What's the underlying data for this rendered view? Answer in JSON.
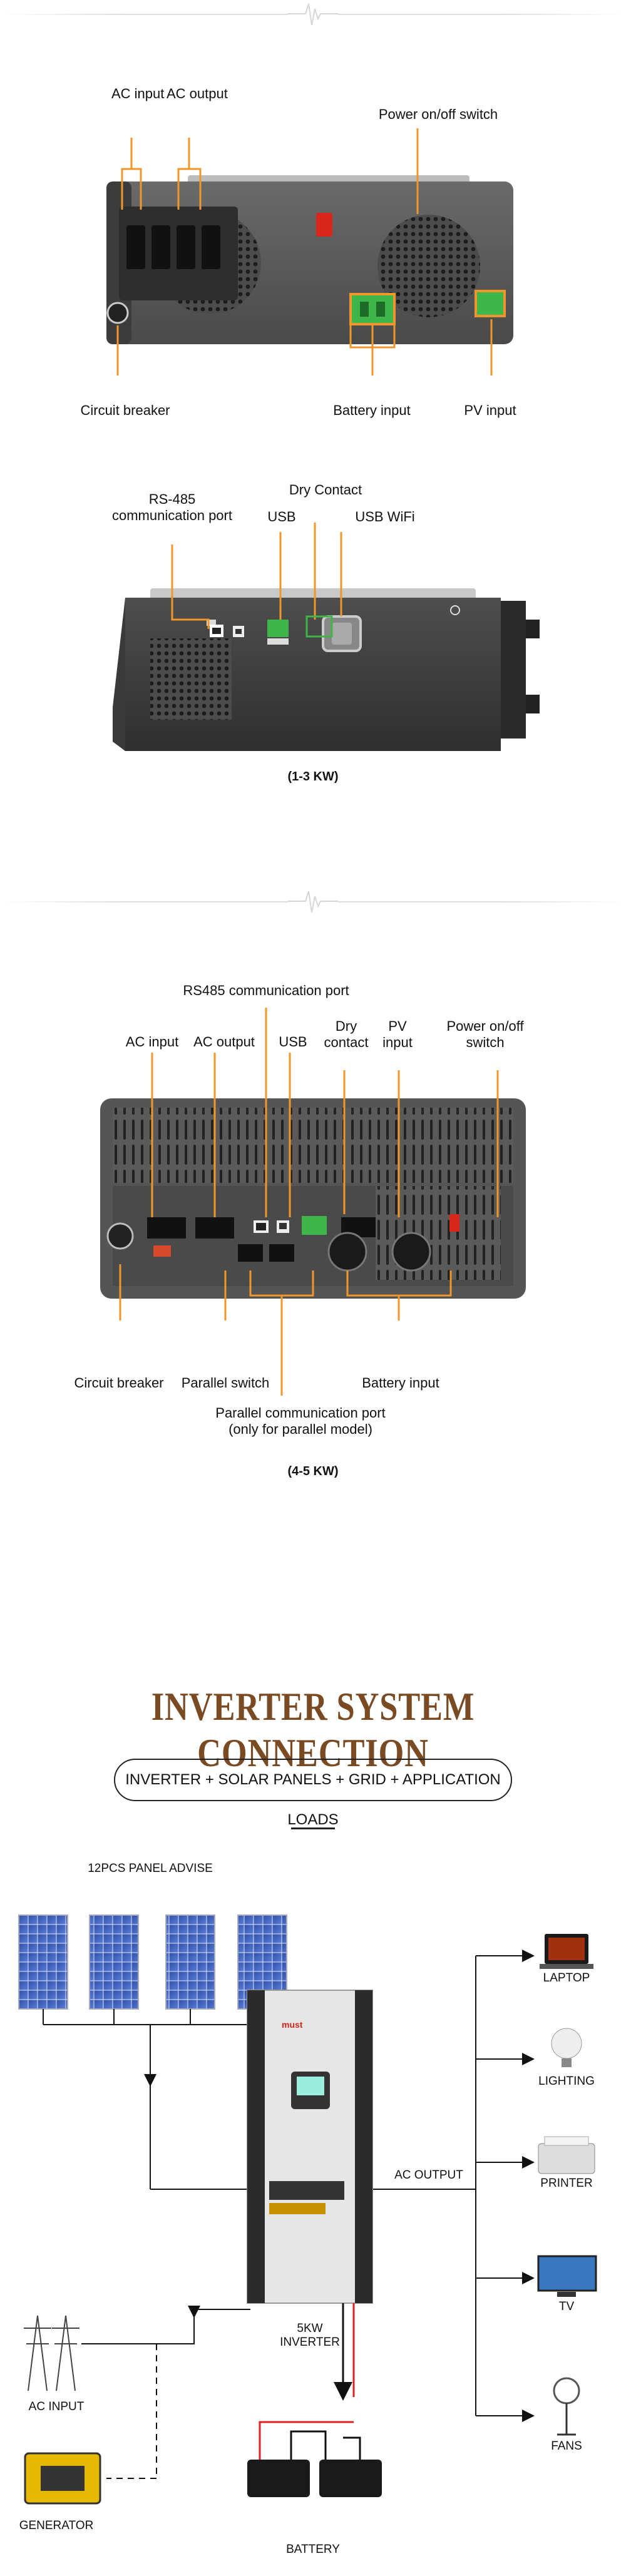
{
  "section1": {
    "labels": {
      "ac_input": "AC input",
      "ac_output": "AC output",
      "power_switch": "Power on/off switch",
      "circuit_breaker": "Circuit breaker",
      "battery_input": "Battery input",
      "pv_input": "PV input",
      "rs485": "RS-485 communication port",
      "usb": "USB",
      "dry_contact": "Dry Contact",
      "usb_wifi": "USB WiFi"
    },
    "caption": "(1-3 KW)"
  },
  "section2": {
    "labels": {
      "rs485": "RS485 communication port",
      "ac_input": "AC input",
      "ac_output": "AC output",
      "usb": "USB",
      "dry_contact": "Dry contact",
      "pv_input": "PV input",
      "power_switch": "Power on/off switch",
      "circuit_breaker": "Circuit breaker",
      "parallel_switch": "Parallel switch",
      "battery_input": "Battery input",
      "parallel_port": "Parallel communication port (only for parallel model)"
    },
    "caption": "(4-5 KW)"
  },
  "system": {
    "title": "INVERTER SYSTEM CONNECTION",
    "subtitle": "INVERTER + SOLAR PANELS + GRID + APPLICATION LOADS",
    "panel_advise": "12PCS PANEL ADVISE",
    "ac_output": "AC OUTPUT",
    "inverter_label": "5KW INVERTER",
    "ac_input": "AC INPUT",
    "generator": "GENERATOR",
    "battery": "BATTERY",
    "brand": "must",
    "loads": [
      "LAPTOP",
      "LIGHTING",
      "PRINTER",
      "TV",
      "FANS"
    ]
  },
  "colors": {
    "callout": "#f0962a",
    "terminal_green": "#3fb54a",
    "heading": "#7a4a22",
    "red_wire": "#e02020"
  }
}
